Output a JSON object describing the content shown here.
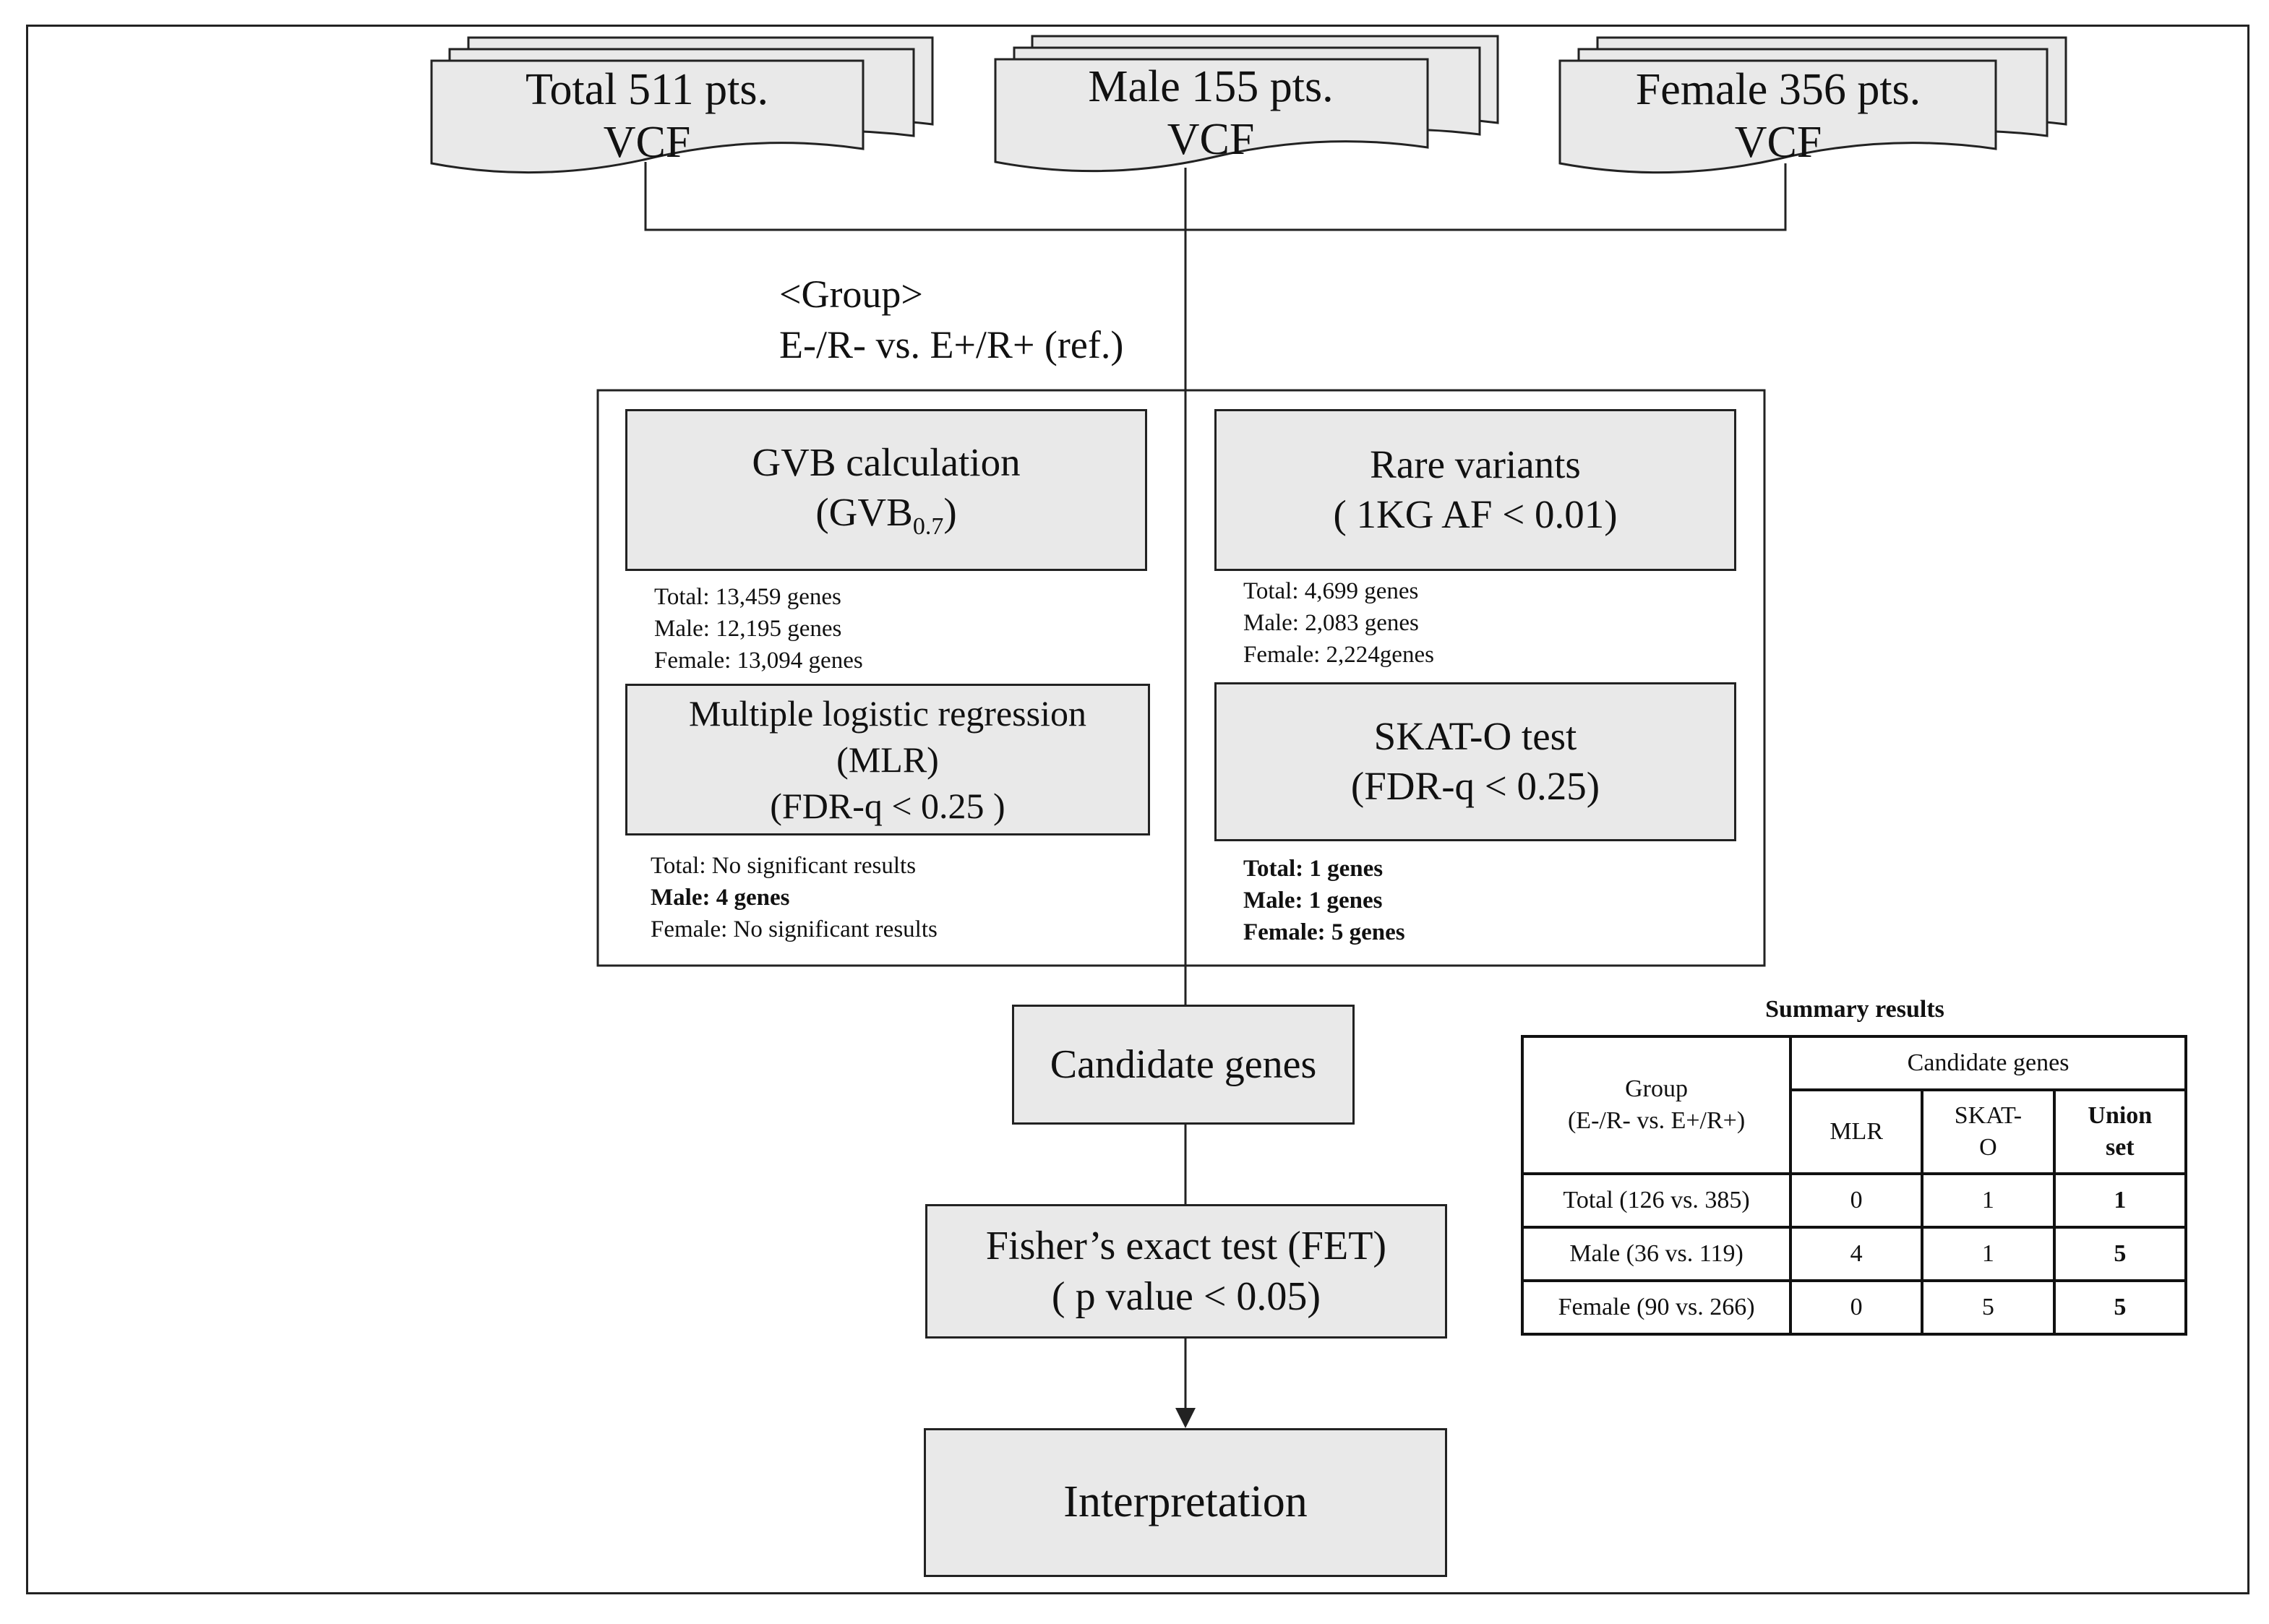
{
  "sources": [
    {
      "line1": "Total 511 pts.",
      "line2": "VCF"
    },
    {
      "line1": "Male 155 pts.",
      "line2": "VCF"
    },
    {
      "line1": "Female 356 pts.",
      "line2": "VCF"
    }
  ],
  "group": {
    "heading": "<Group>",
    "comparison": "E-/R- vs. E+/R+ (ref.)"
  },
  "gvb": {
    "title": "GVB calculation",
    "formula_base": "(GVB",
    "formula_sub": "0.7",
    "formula_end": ")"
  },
  "gvb_stats": [
    "Total: 13,459 genes",
    "Male: 12,195 genes",
    "Female: 13,094 genes"
  ],
  "mlr": {
    "line1": "Multiple logistic regression",
    "line2": "(MLR)",
    "line3": "(FDR-q < 0.25 )"
  },
  "mlr_stats": [
    "Total: No significant results",
    "Male: 4 genes",
    "Female: No significant results"
  ],
  "rare": {
    "line1": "Rare variants",
    "line2": "( 1KG AF < 0.01)"
  },
  "rare_stats": [
    "Total: 4,699 genes",
    "Male: 2,083 genes",
    "Female: 2,224genes"
  ],
  "skat": {
    "line1": "SKAT-O test",
    "line2": "(FDR-q < 0.25)"
  },
  "skat_stats": [
    "Total: 1 genes",
    "Male: 1 genes",
    "Female: 5 genes"
  ],
  "candidate": "Candidate genes",
  "fet": {
    "line1": "Fisher’s exact test (FET)",
    "line2": "( p value < 0.05)"
  },
  "interpretation": "Interpretation",
  "summary": {
    "title": "Summary results",
    "group_header_1": "Group",
    "group_header_2": "(E-/R- vs. E+/R+)",
    "candidate_header": "Candidate genes",
    "col_mlr": "MLR",
    "col_skat_1": "SKAT-",
    "col_skat_2": "O",
    "col_union_1": "Union",
    "col_union_2": "set",
    "rows": [
      {
        "group": "Total (126 vs. 385)",
        "mlr": "0",
        "skat": "1",
        "union": "1"
      },
      {
        "group": "Male (36 vs. 119)",
        "mlr": "4",
        "skat": "1",
        "union": "5"
      },
      {
        "group": "Female (90 vs. 266)",
        "mlr": "0",
        "skat": "5",
        "union": "5"
      }
    ]
  }
}
